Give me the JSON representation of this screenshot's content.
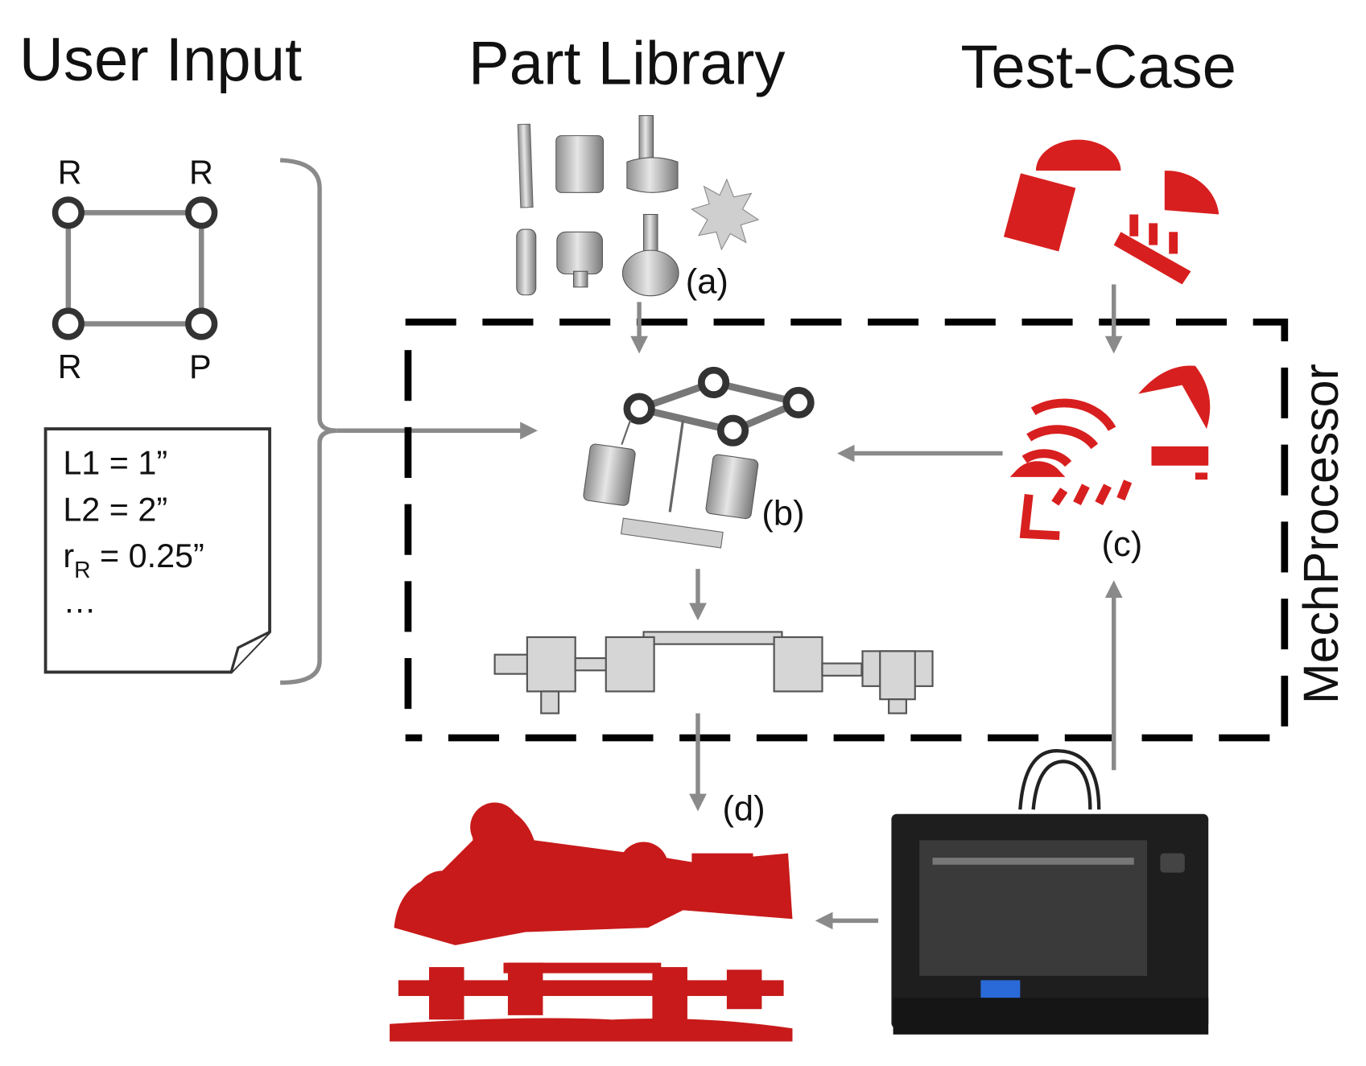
{
  "titles": {
    "user_input": "User Input",
    "part_library": "Part Library",
    "test_case": "Test-Case"
  },
  "graph": {
    "joints": [
      "R",
      "R",
      "R",
      "P"
    ]
  },
  "note": {
    "line1": "L1 = 1”",
    "line2": "L2 = 2”",
    "line3_main": "r",
    "line3_sub": "R",
    "line3_rest": " =  0.25”",
    "line4": "…"
  },
  "processor_label": "MechProcessor",
  "panels": {
    "a": "(a)",
    "b": "(b)",
    "c": "(c)",
    "d": "(d)"
  },
  "colors": {
    "arrow": "#8a8a8a",
    "red": "#d81f1f",
    "part_gray": "#c8c8c8",
    "printer": "#1e1e1e"
  }
}
